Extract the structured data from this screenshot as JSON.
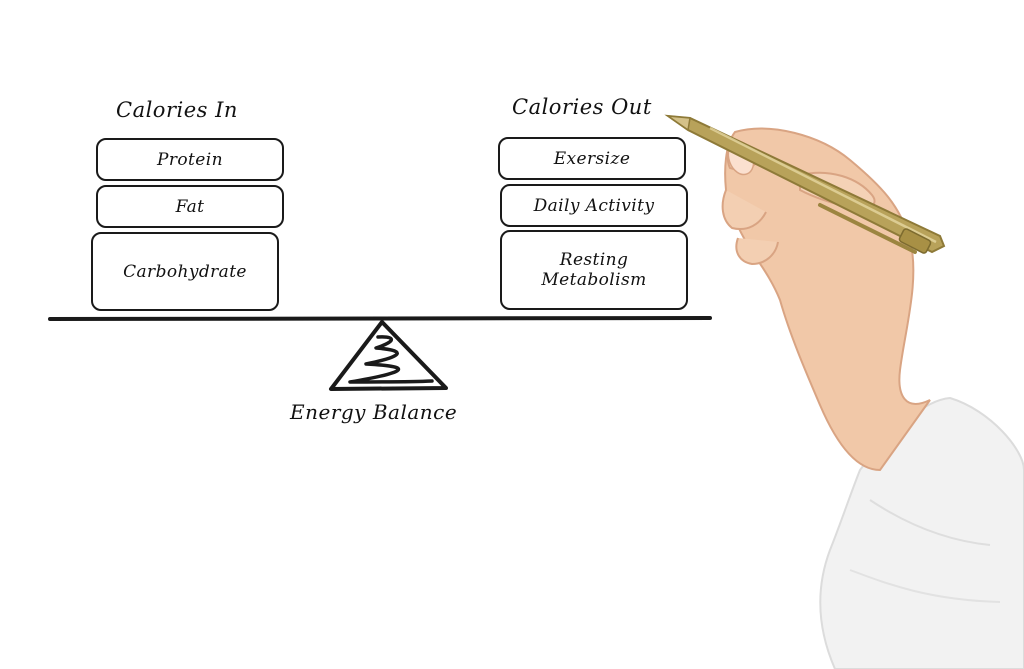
{
  "diagram": {
    "left_heading": "Calories In",
    "right_heading": "Calories Out",
    "left_items": [
      "Protein",
      "Fat",
      "Carbohydrate"
    ],
    "right_items": [
      "Exersize",
      "Daily Activity",
      "Resting",
      "Metabolism"
    ],
    "caption": "Energy Balance"
  },
  "colors": {
    "ink": "#1a1a1a",
    "background": "#ffffff",
    "pen_gold": "#b8a25a",
    "sleeve": "#f2f2f2",
    "skin": "#f1c8a8"
  },
  "icons": {
    "fulcrum": "fulcrum-triangle-icon",
    "pen": "pen-icon"
  }
}
